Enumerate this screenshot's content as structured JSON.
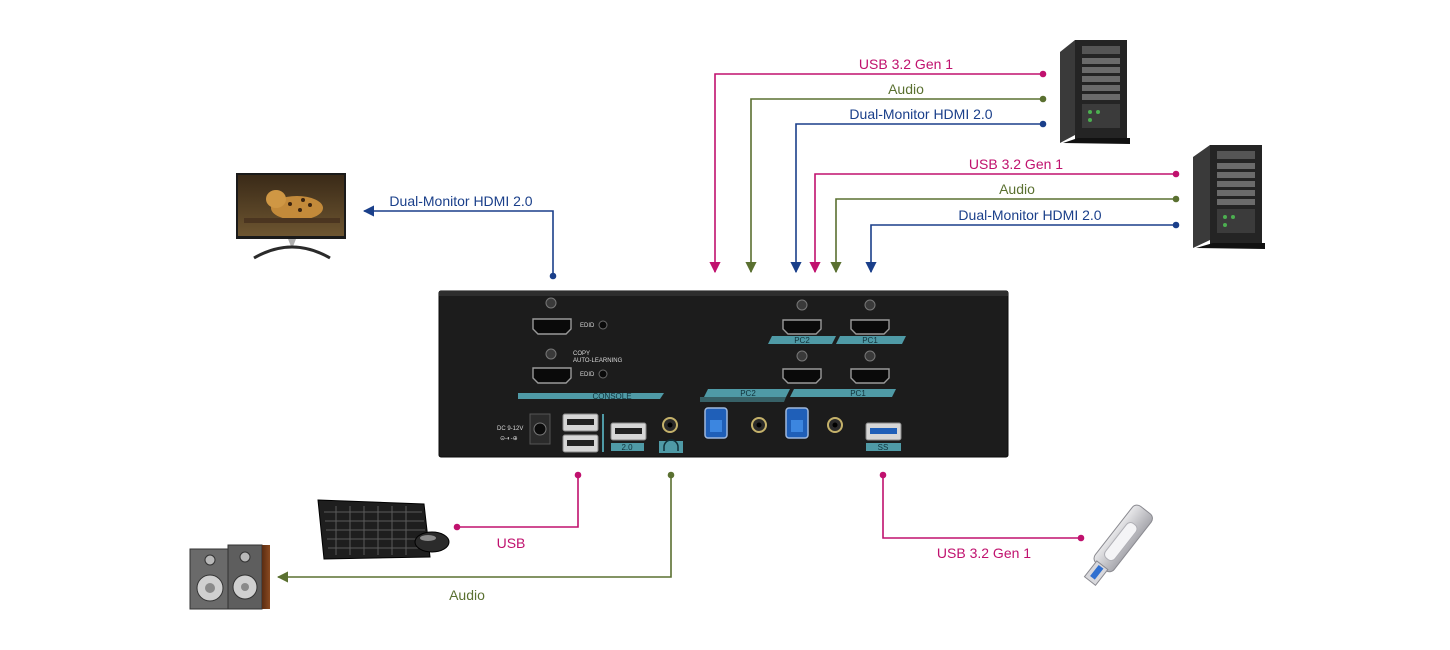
{
  "colors": {
    "usb": "#c0116e",
    "audio": "#5a7030",
    "video": "#1a3f8a",
    "device_body": "#1c1c1c",
    "port_band": "#4f9aa6"
  },
  "connections": {
    "pc1_usb": "USB 3.2 Gen 1",
    "pc1_audio": "Audio",
    "pc1_video": "Dual-Monitor HDMI 2.0",
    "pc2_usb": "USB 3.2 Gen 1",
    "pc2_audio": "Audio",
    "pc2_video": "Dual-Monitor HDMI 2.0",
    "monitor": "Dual-Monitor HDMI 2.0",
    "keyboard_mouse": "USB",
    "speakers": "Audio",
    "flash_drive": "USB 3.2 Gen 1"
  },
  "panel": {
    "console_label": "CONSOLE",
    "pc2_label": "PC2",
    "pc1_label": "PC1",
    "edid_label": "EDID",
    "copy_label": "COPY",
    "auto_learning_label": "AUTO-LEARNING",
    "dc_label": "DC 9-12V",
    "usb3_logo": "SS",
    "usb2_logo": "2.0"
  },
  "icons": {
    "monitor": "monitor-icon",
    "pc": "pc-tower-icon",
    "keyboard": "keyboard-icon",
    "mouse": "mouse-icon",
    "speakers": "speakers-icon",
    "flash_drive": "usb-flash-drive-icon"
  }
}
